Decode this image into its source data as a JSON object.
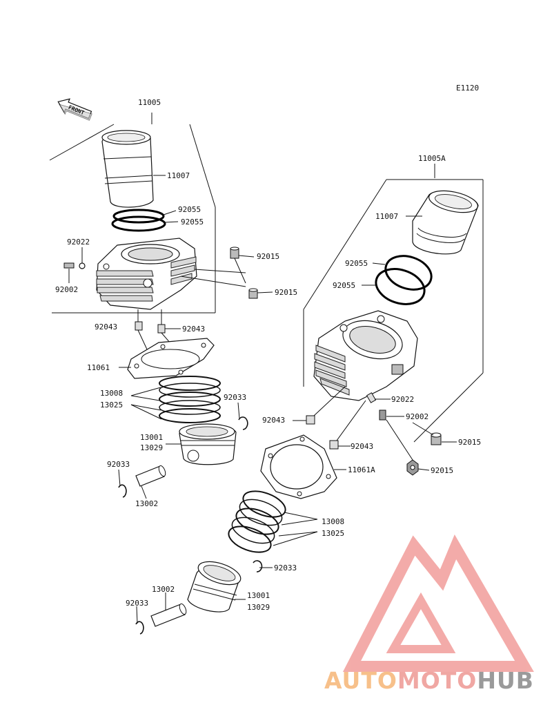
{
  "diagram_code": "E1120",
  "front_label": "FRONT",
  "labels": {
    "l_11005": "11005",
    "l_11007_a": "11007",
    "l_92055_a1": "92055",
    "l_92055_a2": "92055",
    "l_92022_a": "92022",
    "l_92002_a": "92002",
    "l_92015_a1": "92015",
    "l_92015_a2": "92015",
    "l_92043_a1": "92043",
    "l_92043_a2": "92043",
    "l_11061": "11061",
    "l_13008_a": "13008",
    "l_13025_a": "13025",
    "l_92033_a1": "92033",
    "l_13001_a": "13001",
    "l_13029_a": "13029",
    "l_92033_a2": "92033",
    "l_13002_a": "13002",
    "l_11005A": "11005A",
    "l_11007_b": "11007",
    "l_92055_b1": "92055",
    "l_92055_b2": "92055",
    "l_92022_b": "92022",
    "l_92002_b": "92002",
    "l_92043_b1": "92043",
    "l_92043_b2": "92043",
    "l_11061A": "11061A",
    "l_92015_b1": "92015",
    "l_92015_b2": "92015",
    "l_13008_b": "13008",
    "l_13025_b": "13025",
    "l_92033_b1": "92033",
    "l_13002_b": "13002",
    "l_13001_b": "13001",
    "l_13029_b": "13029",
    "l_92033_b2": "92033"
  },
  "watermark": {
    "part1": "AUTO",
    "part2": "MOTO",
    "part3": "HUB",
    "color1": "#f7c08a",
    "color2": "#f0a7a3",
    "color3": "#9a9a9a",
    "logo_color": "#f2a3a0"
  }
}
